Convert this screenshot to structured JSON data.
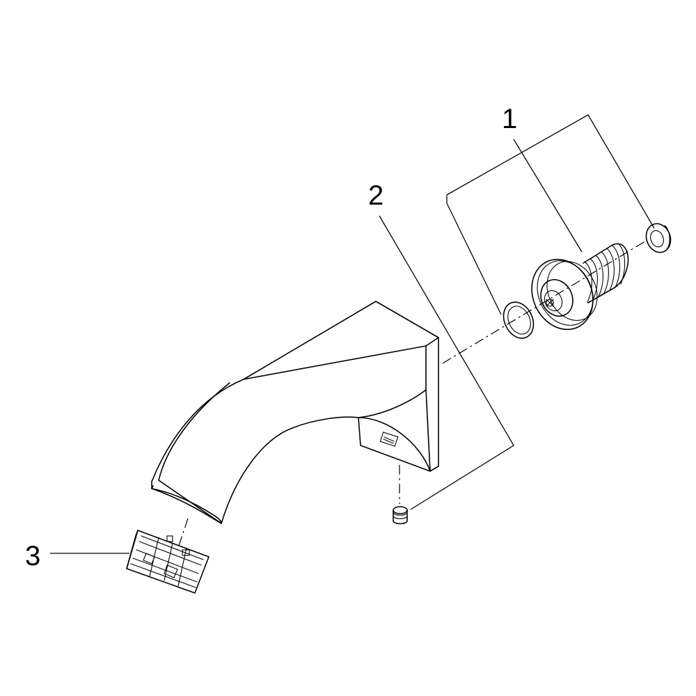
{
  "diagram": {
    "callouts": [
      {
        "id": "1",
        "label": "1"
      },
      {
        "id": "2",
        "label": "2"
      },
      {
        "id": "3",
        "label": "3"
      }
    ],
    "colors": {
      "line": "#000000",
      "background": "#ffffff"
    },
    "parts": [
      "spout-body",
      "mounting-adapter",
      "o-ring",
      "washer",
      "set-screw",
      "aerator"
    ]
  }
}
